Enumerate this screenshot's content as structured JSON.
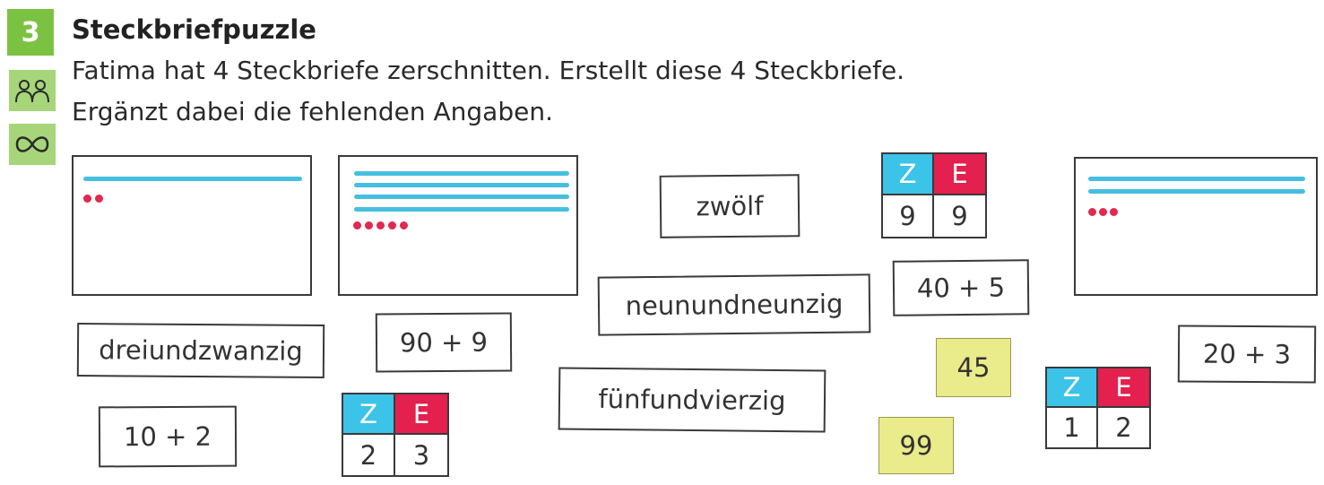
{
  "task": {
    "number": "3",
    "title": "Steckbriefpuzzle",
    "instruction_line1": "Fatima hat 4 Steckbriefe zerschnitten. Erstellt diese 4 Steckbriefe.",
    "instruction_line2": "Ergänzt dabei die fehlenden Angaben."
  },
  "icons": [
    "partner-work-icon",
    "infinity-loop-icon"
  ],
  "colors": {
    "badge_green": "#7cc242",
    "icon_green": "#a6d57a",
    "line_blue": "#45bfe0",
    "dot_red": "#e2284f",
    "header_z": "#3cc3e8",
    "header_e": "#e3204e",
    "number_yellow": "#eaeb8a"
  },
  "profile_cards": [
    {
      "lines": 1,
      "dots": 2
    },
    {
      "lines": 4,
      "dots": 5
    },
    {
      "lines": 2,
      "dots": 3
    }
  ],
  "word_tiles": {
    "zwoelf": "zwölf",
    "neunundneunzig": "neunundneunzig",
    "dreiundzwanzig": "dreiundzwanzig",
    "fuenfundvierzig": "fünfundvierzig"
  },
  "sum_tiles": {
    "s_40_5": "40 + 5",
    "s_90_9": "90 + 9",
    "s_10_2": "10 + 2",
    "s_20_3": "20 + 3"
  },
  "number_tiles": {
    "n45": "45",
    "n99": "99"
  },
  "place_value_tables": {
    "t99": {
      "z_label": "Z",
      "e_label": "E",
      "z": "9",
      "e": "9"
    },
    "t23": {
      "z_label": "Z",
      "e_label": "E",
      "z": "2",
      "e": "3"
    },
    "t12": {
      "z_label": "Z",
      "e_label": "E",
      "z": "1",
      "e": "2"
    }
  }
}
